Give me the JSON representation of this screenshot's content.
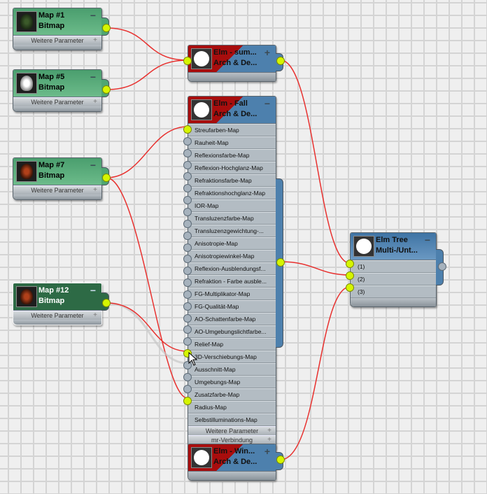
{
  "nodes": {
    "map1": {
      "title": "Map #1",
      "type": "Bitmap",
      "footer": "Weitere Parameter",
      "collapse_icon": "minus",
      "expand_icon": "plus"
    },
    "map5": {
      "title": "Map #5",
      "type": "Bitmap",
      "footer": "Weitere Parameter",
      "collapse_icon": "minus",
      "expand_icon": "plus"
    },
    "map7": {
      "title": "Map #7",
      "type": "Bitmap",
      "footer": "Weitere Parameter",
      "collapse_icon": "minus",
      "expand_icon": "plus"
    },
    "map12": {
      "title": "Map #12",
      "type": "Bitmap",
      "footer": "Weitere Parameter",
      "collapse_icon": "minus",
      "expand_icon": "plus",
      "selected": true
    },
    "elm_summer": {
      "title": "Elm - sum...",
      "type": "Arch & De...",
      "toggle_icon": "plus"
    },
    "elm_fall": {
      "title": "Elm - Fall",
      "type": "Arch & De...",
      "toggle_icon": "minus",
      "slots": [
        "Streufarben-Map",
        "Rauheit-Map",
        "Reflexionsfarbe-Map",
        "Reflexion-Hochglanz-Map",
        "Refraktionsfarbe-Map",
        "Refraktionshochglanz-Map",
        "IOR-Map",
        "Transluzenzfarbe-Map",
        "Transluzenzgewichtung-...",
        "Anisotropie-Map",
        "Anisotropiewinkel-Map",
        "Reflexion-Ausblendungsf...",
        "Refraktion - Farbe ausble...",
        "FG-Multiplikator-Map",
        "FG-Qualität-Map",
        "AO-Schattenfarbe-Map",
        "AO-Umgebungslichtfarbe...",
        "Relief-Map",
        "3D-Verschiebungs-Map",
        "Ausschnitt-Map",
        "Umgebungs-Map",
        "Zusatzfarbe-Map",
        "Radius-Map",
        "Selbstilluminations-Map"
      ],
      "connected_slots": [
        0,
        19,
        23
      ],
      "footers": [
        "Weitere Parameter",
        "mr-Verbindung"
      ]
    },
    "elm_winter": {
      "title": "Elm - Win...",
      "type": "Arch & De...",
      "toggle_icon": "plus"
    },
    "elm_tree": {
      "title": "Elm Tree",
      "type": "Multi-/Unt...",
      "toggle_icon": "minus",
      "slots": [
        "(1)",
        "(2)",
        "(3)"
      ]
    }
  },
  "colors": {
    "wire": "#e8312f",
    "socket_connected": "#d6f500",
    "bitmap_header": "#5cae7c",
    "material_red": "#a80d0d",
    "material_blue": "#4d80ad"
  }
}
